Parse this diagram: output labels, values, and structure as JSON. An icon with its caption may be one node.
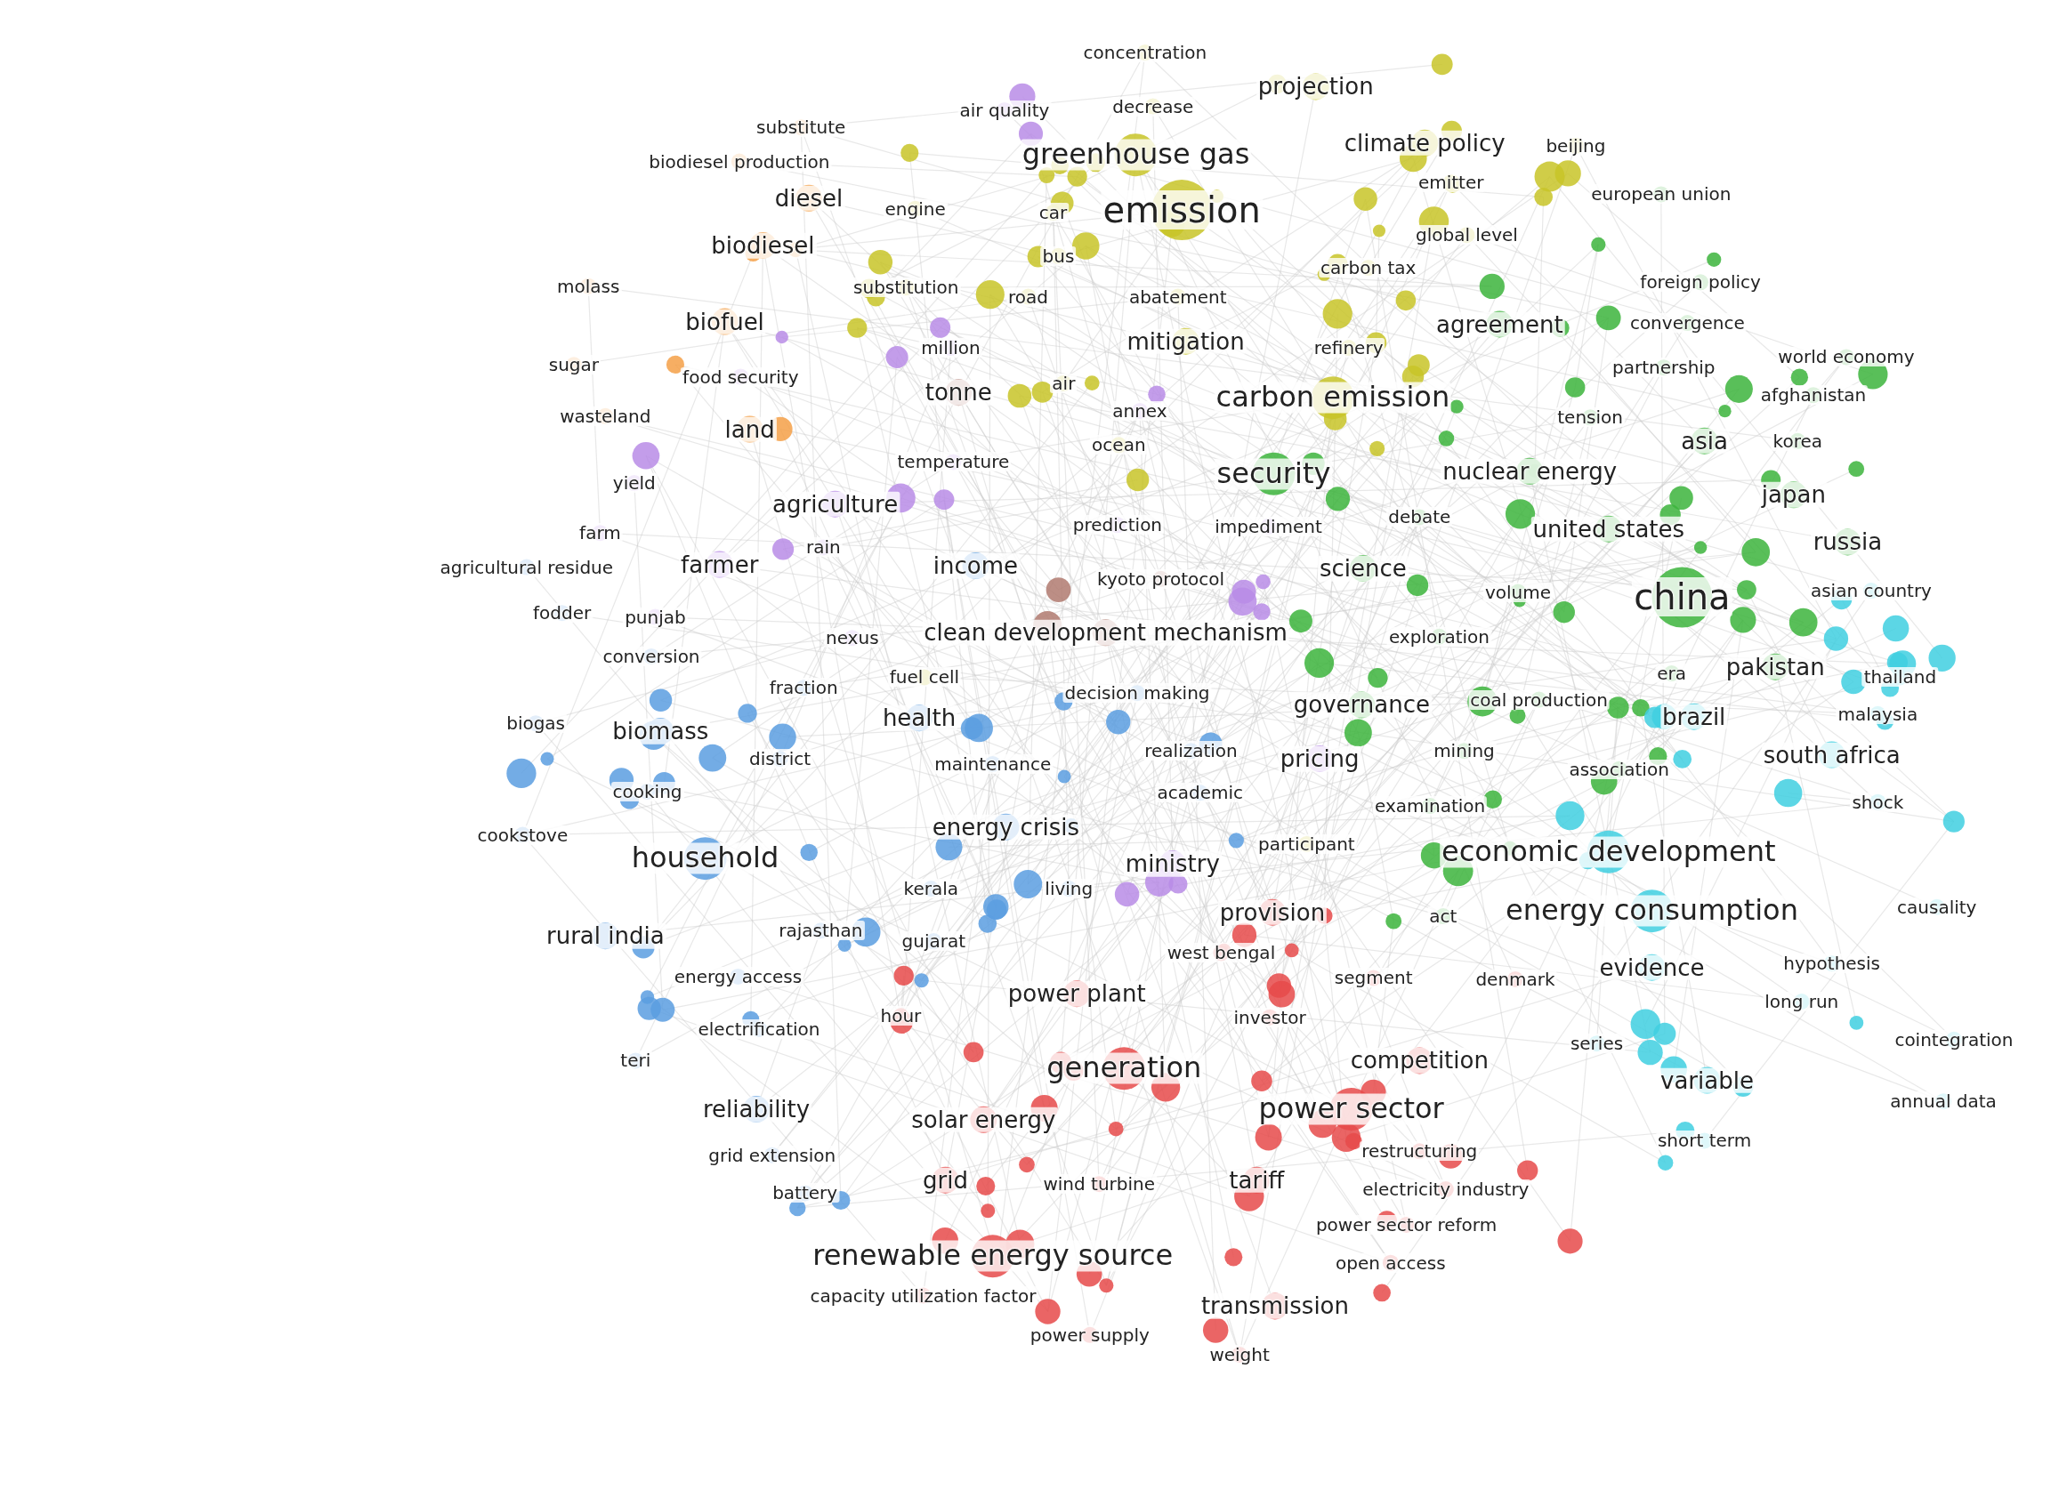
{
  "diagram": {
    "labels": [
      "concentration",
      "projection",
      "air quality",
      "decrease",
      "substitute",
      "climate policy",
      "beijing",
      "biodiesel production",
      "greenhouse gas",
      "emitter",
      "european union",
      "diesel",
      "engine",
      "car",
      "emission",
      "global level",
      "biodiesel",
      "bus",
      "carbon tax",
      "molass",
      "substitution",
      "foreign policy",
      "road",
      "abatement",
      "agreement",
      "convergence",
      "biofuel",
      "mitigation",
      "million",
      "refinery",
      "world economy",
      "sugar",
      "partnership",
      "food security",
      "air",
      "tonne",
      "afghanistan",
      "carbon emission",
      "annex",
      "tension",
      "wasteland",
      "land",
      "asia",
      "korea",
      "ocean",
      "nuclear energy",
      "temperature",
      "security",
      "japan",
      "yield",
      "agriculture",
      "debate",
      "prediction",
      "impediment",
      "united states",
      "russia",
      "farm",
      "rain",
      "agricultural residue",
      "farmer",
      "income",
      "kyoto protocol",
      "science",
      "volume",
      "china",
      "asian country",
      "fodder",
      "punjab",
      "nexus",
      "clean development mechanism",
      "exploration",
      "conversion",
      "era",
      "pakistan",
      "thailand",
      "fuel cell",
      "fraction",
      "decision making",
      "governance",
      "coal production",
      "brazil",
      "malaysia",
      "biogas",
      "biomass",
      "health",
      "realization",
      "pricing",
      "mining",
      "district",
      "maintenance",
      "association",
      "south africa",
      "cooking",
      "academic",
      "examination",
      "shock",
      "cookstove",
      "energy crisis",
      "participant",
      "economic development",
      "household",
      "ministry",
      "kerala",
      "living",
      "provision",
      "act",
      "energy consumption",
      "causality",
      "rural india",
      "rajasthan",
      "gujarat",
      "west bengal",
      "evidence",
      "hypothesis",
      "energy access",
      "segment",
      "denmark",
      "power plant",
      "long run",
      "hour",
      "investor",
      "electrification",
      "series",
      "cointegration",
      "teri",
      "competition",
      "generation",
      "variable",
      "reliability",
      "annual data",
      "power sector",
      "solar energy",
      "short term",
      "restructuring",
      "grid extension",
      "grid",
      "wind turbine",
      "tariff",
      "electricity industry",
      "battery",
      "power sector reform",
      "renewable energy source",
      "open access",
      "capacity utilization factor",
      "transmission",
      "power supply",
      "weight"
    ]
  }
}
